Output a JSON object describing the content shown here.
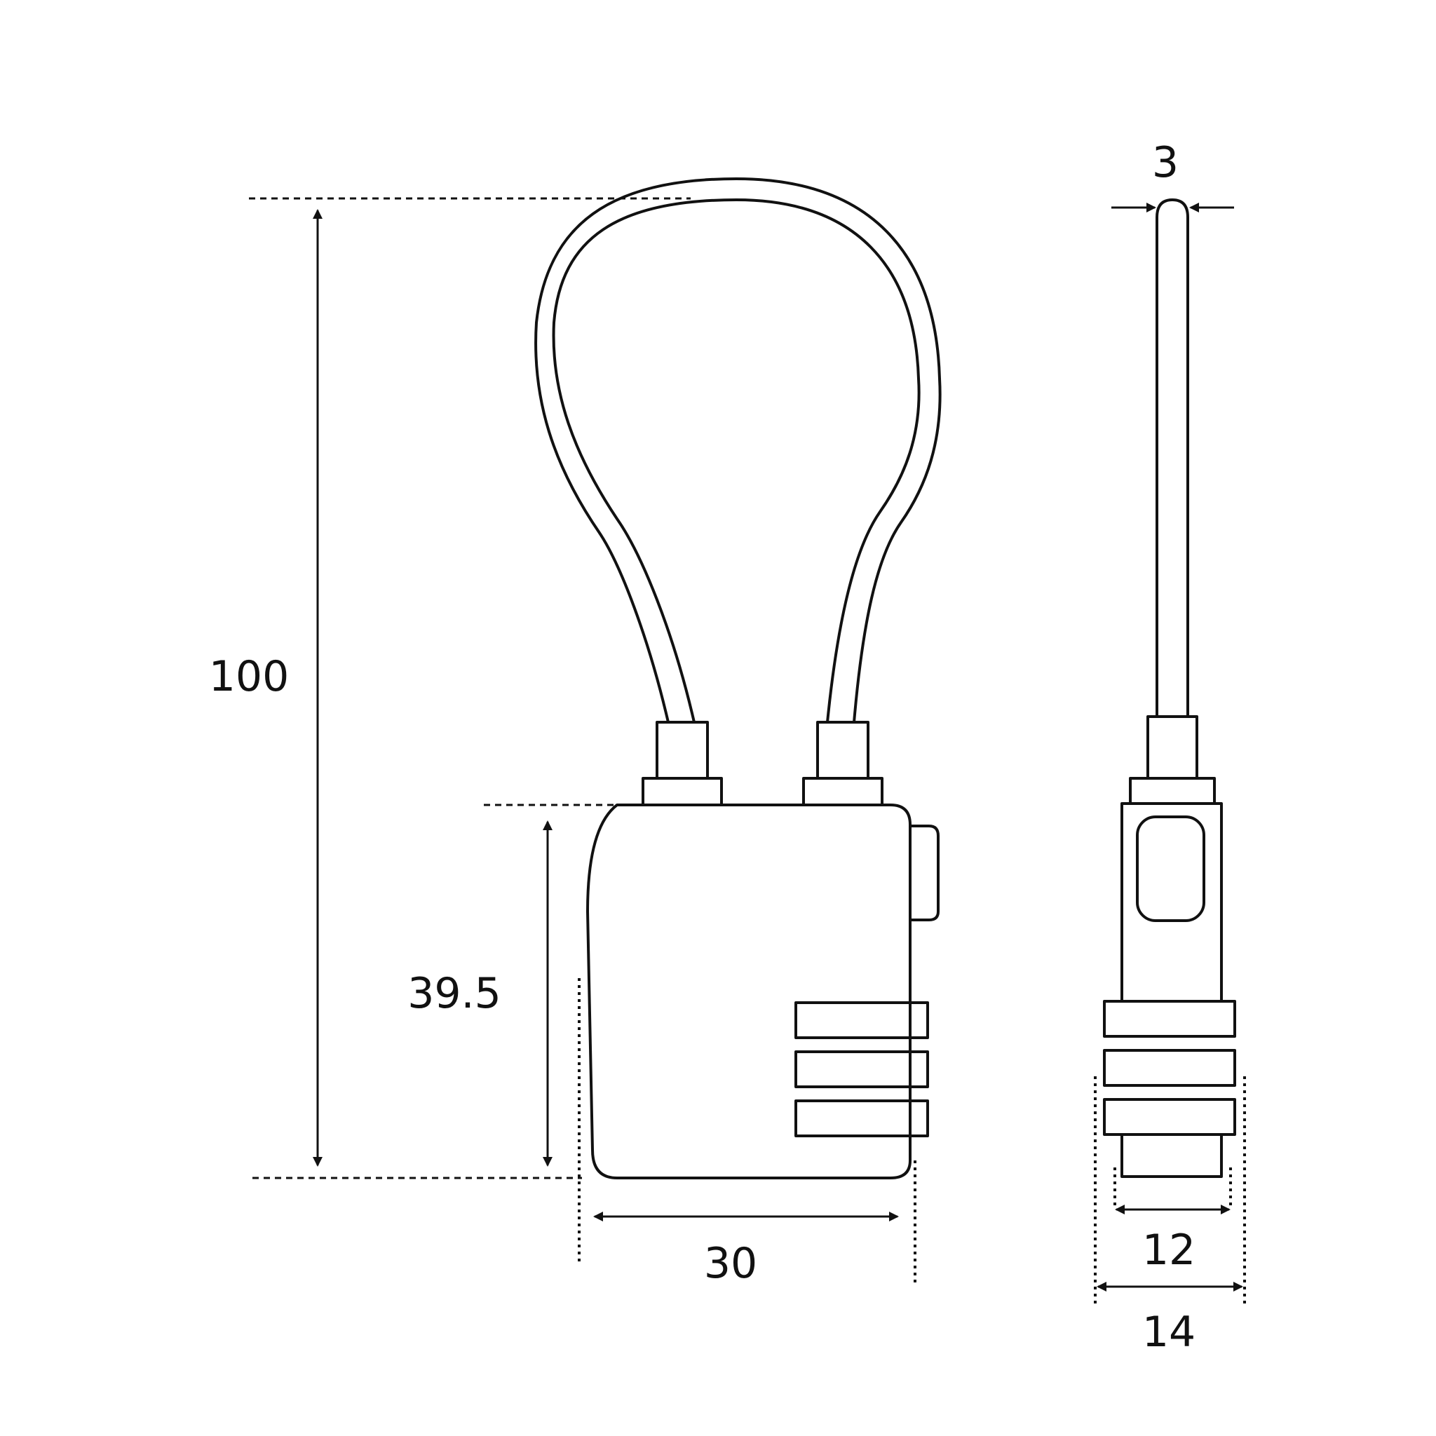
{
  "dimensions": {
    "total_height": "100",
    "body_height": "39.5",
    "body_width": "30",
    "cable_diameter": "3",
    "inner_width": "12",
    "outer_width": "14"
  }
}
